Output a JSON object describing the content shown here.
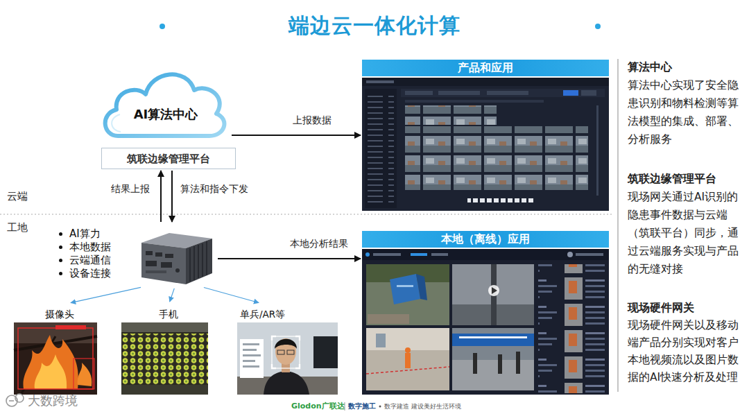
{
  "diagram": {
    "title": "端边云一体化计算",
    "nodes": [
      {
        "text": [
          "AI算法中心"
        ]
      },
      {
        "text": [
          "筑联边缘管理平台"
        ]
      },
      {
        "text": [
          "AI算力",
          "本地数据",
          "云端通信",
          "设备连接"
        ]
      },
      {
        "text": [
          "摄像头"
        ]
      },
      {
        "text": [
          "手机"
        ]
      },
      {
        "text": [
          "单兵/AR等"
        ]
      },
      {
        "text": [
          "产品和应用"
        ]
      },
      {
        "text": [
          "本地（离线）应用"
        ]
      }
    ],
    "edges": [
      {
        "from": 2,
        "to": 1,
        "arrow": "to",
        "label": "结果上报"
      },
      {
        "from": 1,
        "to": 2,
        "arrow": "to",
        "label": "算法和指令下发"
      },
      {
        "from": 0,
        "to": 6,
        "arrow": "to",
        "label": "上报数据"
      },
      {
        "from": 2,
        "to": 7,
        "arrow": "to",
        "label": "本地分析结果"
      },
      {
        "from": 2,
        "to": 3,
        "arrow": "to"
      },
      {
        "from": 2,
        "to": 4,
        "arrow": "to"
      },
      {
        "from": 2,
        "to": 5,
        "arrow": "to"
      }
    ],
    "labels": [
      "云端",
      "工地",
      "算法中心",
      "算法中心实现了安全隐患识别和物料检测等算法模型的集成、部署、分析服务",
      "筑联边缘管理平台",
      "现场网关通过AI识别的隐患事件数据与云端（筑联平台）同步，通过云端服务实现与产品的无缝对接",
      "现场硬件网关",
      "现场硬件网关以及移动端产品分别实现对客户本地视频流以及图片数据的AI快速分析及处理",
      "Glodon广联达",
      "数字施工",
      "数字建造 建设美好生活环境",
      "大数跨境"
    ]
  }
}
